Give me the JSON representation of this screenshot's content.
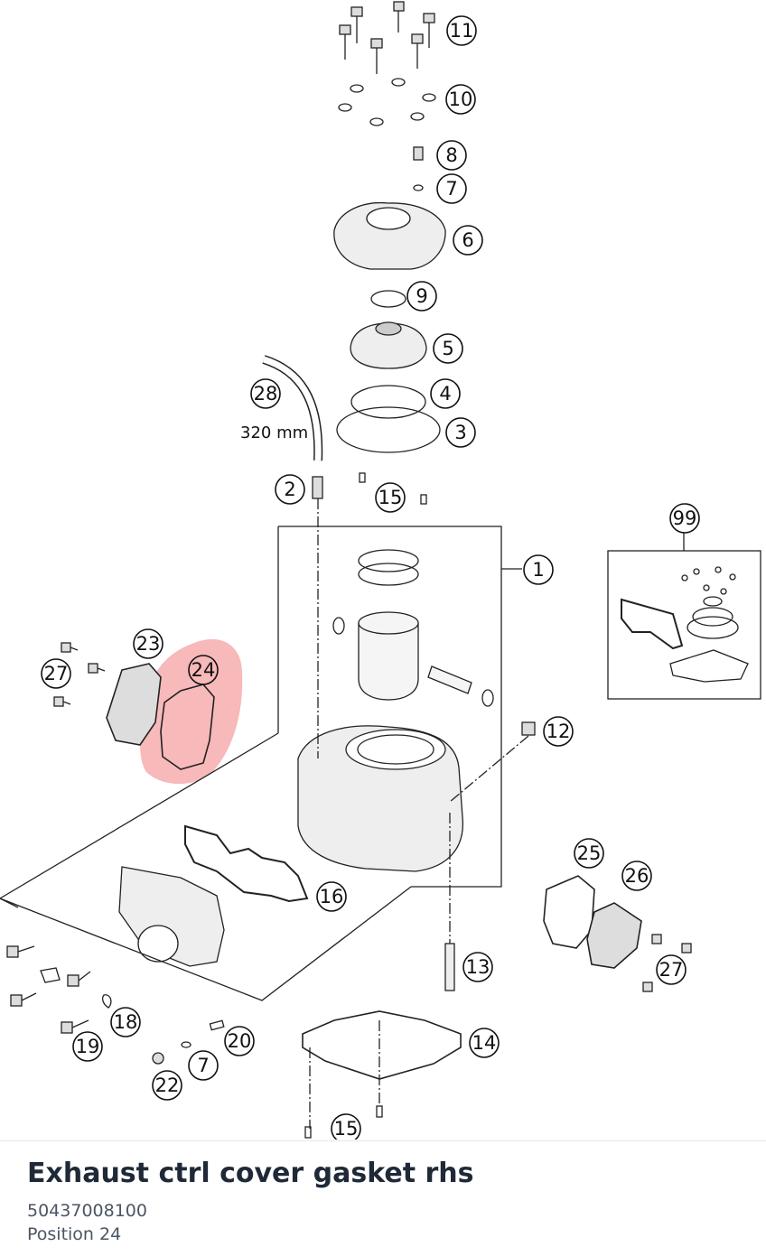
{
  "diagram": {
    "callouts": [
      "11",
      "10",
      "8",
      "7",
      "6",
      "9",
      "5",
      "28",
      "4",
      "3",
      "2",
      "15",
      "99",
      "1",
      "23",
      "24",
      "27",
      "12",
      "16",
      "25",
      "26",
      "13",
      "18",
      "19",
      "20",
      "7",
      "27",
      "14",
      "22",
      "15"
    ],
    "dimension_label": "320 mm",
    "highlighted_callout": "24",
    "highlight_color": "#f28b8b",
    "line_color": "#222222"
  },
  "footer": {
    "title": "Exhaust ctrl cover gasket rhs",
    "part_number": "50437008100",
    "position": "Position 24"
  }
}
